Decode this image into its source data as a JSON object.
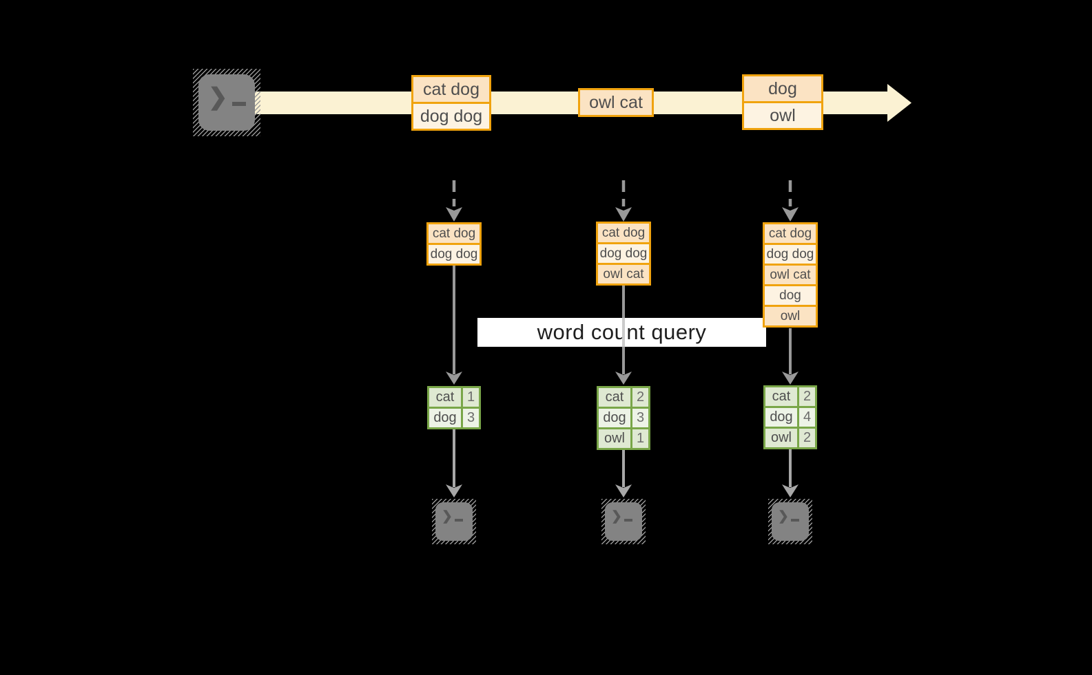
{
  "title": "streaming word count diagram",
  "query_label": "word count query",
  "icons": {
    "terminal_prompt": "❯"
  },
  "timeline": {
    "events": [
      {
        "lines": [
          "cat dog",
          "dog dog"
        ]
      },
      {
        "lines": [
          "owl cat"
        ]
      },
      {
        "lines": [
          "dog",
          "owl"
        ]
      }
    ]
  },
  "columns": [
    {
      "stack": [
        "cat dog",
        "dog dog"
      ],
      "counts": [
        {
          "word": "cat",
          "count": "1"
        },
        {
          "word": "dog",
          "count": "3"
        }
      ]
    },
    {
      "stack": [
        "cat dog",
        "dog dog",
        "owl cat"
      ],
      "counts": [
        {
          "word": "cat",
          "count": "2"
        },
        {
          "word": "dog",
          "count": "3"
        },
        {
          "word": "owl",
          "count": "1"
        }
      ]
    },
    {
      "stack": [
        "cat dog",
        "dog dog",
        "owl cat",
        "dog",
        "owl"
      ],
      "counts": [
        {
          "word": "cat",
          "count": "2"
        },
        {
          "word": "dog",
          "count": "4"
        },
        {
          "word": "owl",
          "count": "2"
        }
      ]
    }
  ],
  "colors": {
    "background": "#000000",
    "stream_band": "#fbf2d3",
    "orange_border": "#f0a30e",
    "peach_fill": "#fbe3c3",
    "cream_fill": "#fdf3e2",
    "green_border": "#79a648",
    "green_row_dark": "#dfe9d2",
    "green_row_light": "#edf3e6",
    "query_band": "#ffffff",
    "arrow_gray": "#999999",
    "terminal_gray": "#838383"
  }
}
